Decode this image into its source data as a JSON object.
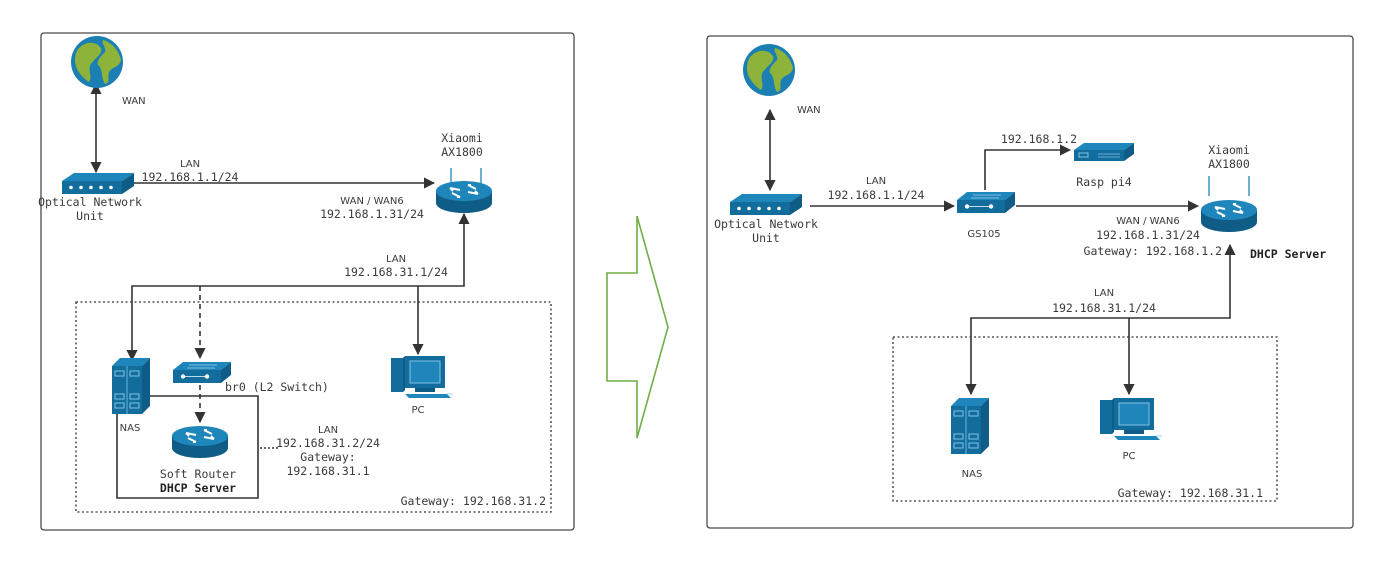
{
  "before": {
    "wan_label": "WAN",
    "onu_label_line1": "Optical Network",
    "onu_label_line2": "Unit",
    "onu_lan_label": "LAN",
    "onu_lan_ip": "192.168.1.1/24",
    "router_label_line1": "Xiaomi",
    "router_label_line2": "AX1800",
    "router_wan_label": "WAN / WAN6",
    "router_wan_ip": "192.168.1.31/24",
    "router_lan_label": "LAN",
    "router_lan_ip": "192.168.31.1/24",
    "nas_label": "NAS",
    "switch_label": "br0 (L2 Switch)",
    "pc_label": "PC",
    "soft_router_label": "Soft Router",
    "soft_router_role": "DHCP Server",
    "soft_router_lan_label": "LAN",
    "soft_router_ip": "192.168.31.2/24",
    "soft_router_gateway_label": "Gateway:",
    "soft_router_gateway": "192.168.31.1",
    "zone_gateway": "Gateway: 192.168.31.2"
  },
  "after": {
    "wan_label": "WAN",
    "onu_label_line1": "Optical Network",
    "onu_label_line2": "Unit",
    "onu_lan_label": "LAN",
    "onu_lan_ip": "192.168.1.1/24",
    "switch_label": "GS105",
    "rasp_ip": "192.168.1.2",
    "rasp_label": "Rasp pi4",
    "router_label_line1": "Xiaomi",
    "router_label_line2": "AX1800",
    "router_role": "DHCP Server",
    "router_wan_label": "WAN / WAN6",
    "router_wan_ip": "192.168.1.31/24",
    "router_wan_gateway": "Gateway: 192.168.1.2",
    "router_lan_label": "LAN",
    "router_lan_ip": "192.168.31.1/24",
    "nas_label": "NAS",
    "pc_label": "PC",
    "zone_gateway": "Gateway: 192.168.31.1"
  },
  "colors": {
    "device_blue": "#136d9c",
    "globe_green": "#8db33a",
    "arrow_green": "#70ad47"
  }
}
